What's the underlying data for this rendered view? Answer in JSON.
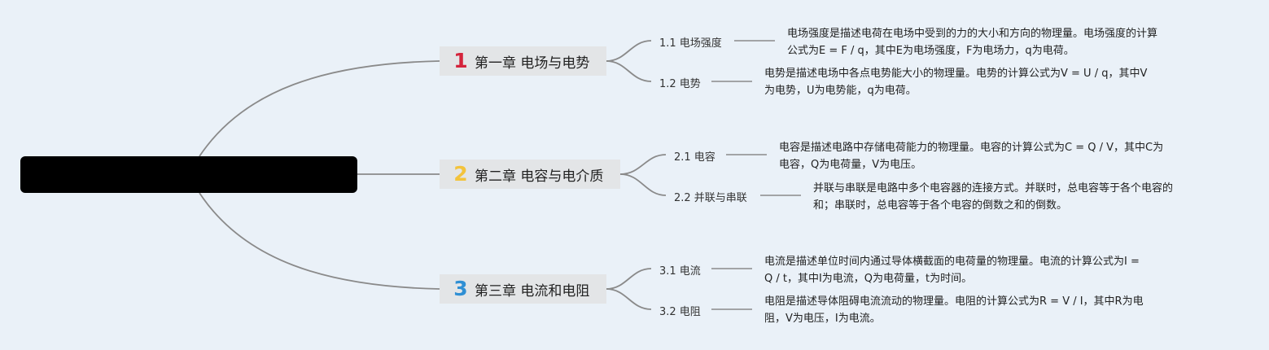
{
  "mindmap": {
    "root": {
      "label": ""
    },
    "chapters": [
      {
        "number": "1",
        "number_color": "#d4243c",
        "title": "第一章 电场与电势",
        "sections": [
          {
            "label": "1.1 电场强度",
            "desc_lines": [
              "电场强度是描述电荷在电场中受到的力的大小和方向的物理量。电场强度的计算",
              "公式为E = F / q，其中E为电场强度，F为电场力，q为电荷。"
            ]
          },
          {
            "label": "1.2 电势",
            "desc_lines": [
              "电势是描述电场中各点电势能大小的物理量。电势的计算公式为V = U / q，其中V",
              "为电势，U为电势能，q为电荷。"
            ]
          }
        ]
      },
      {
        "number": "2",
        "number_color": "#f3c33c",
        "title": "第二章 电容与电介质",
        "sections": [
          {
            "label": "2.1 电容",
            "desc_lines": [
              "电容是描述电路中存储电荷能力的物理量。电容的计算公式为C = Q / V，其中C为",
              "电容，Q为电荷量，V为电压。"
            ]
          },
          {
            "label": "2.2 并联与串联",
            "desc_lines": [
              "并联与串联是电路中多个电容器的连接方式。并联时，总电容等于各个电容的",
              "和；串联时，总电容等于各个电容的倒数之和的倒数。"
            ]
          }
        ]
      },
      {
        "number": "3",
        "number_color": "#2f8fd4",
        "title": "第三章 电流和电阻",
        "sections": [
          {
            "label": "3.1 电流",
            "desc_lines": [
              "电流是描述单位时间内通过导体横截面的电荷量的物理量。电流的计算公式为I =",
              "Q / t，其中I为电流，Q为电荷量，t为时间。"
            ]
          },
          {
            "label": "3.2 电阻",
            "desc_lines": [
              "电阻是描述导体阻碍电流流动的物理量。电阻的计算公式为R = V / I，其中R为电",
              "阻，V为电压，I为电流。"
            ]
          }
        ]
      }
    ]
  }
}
